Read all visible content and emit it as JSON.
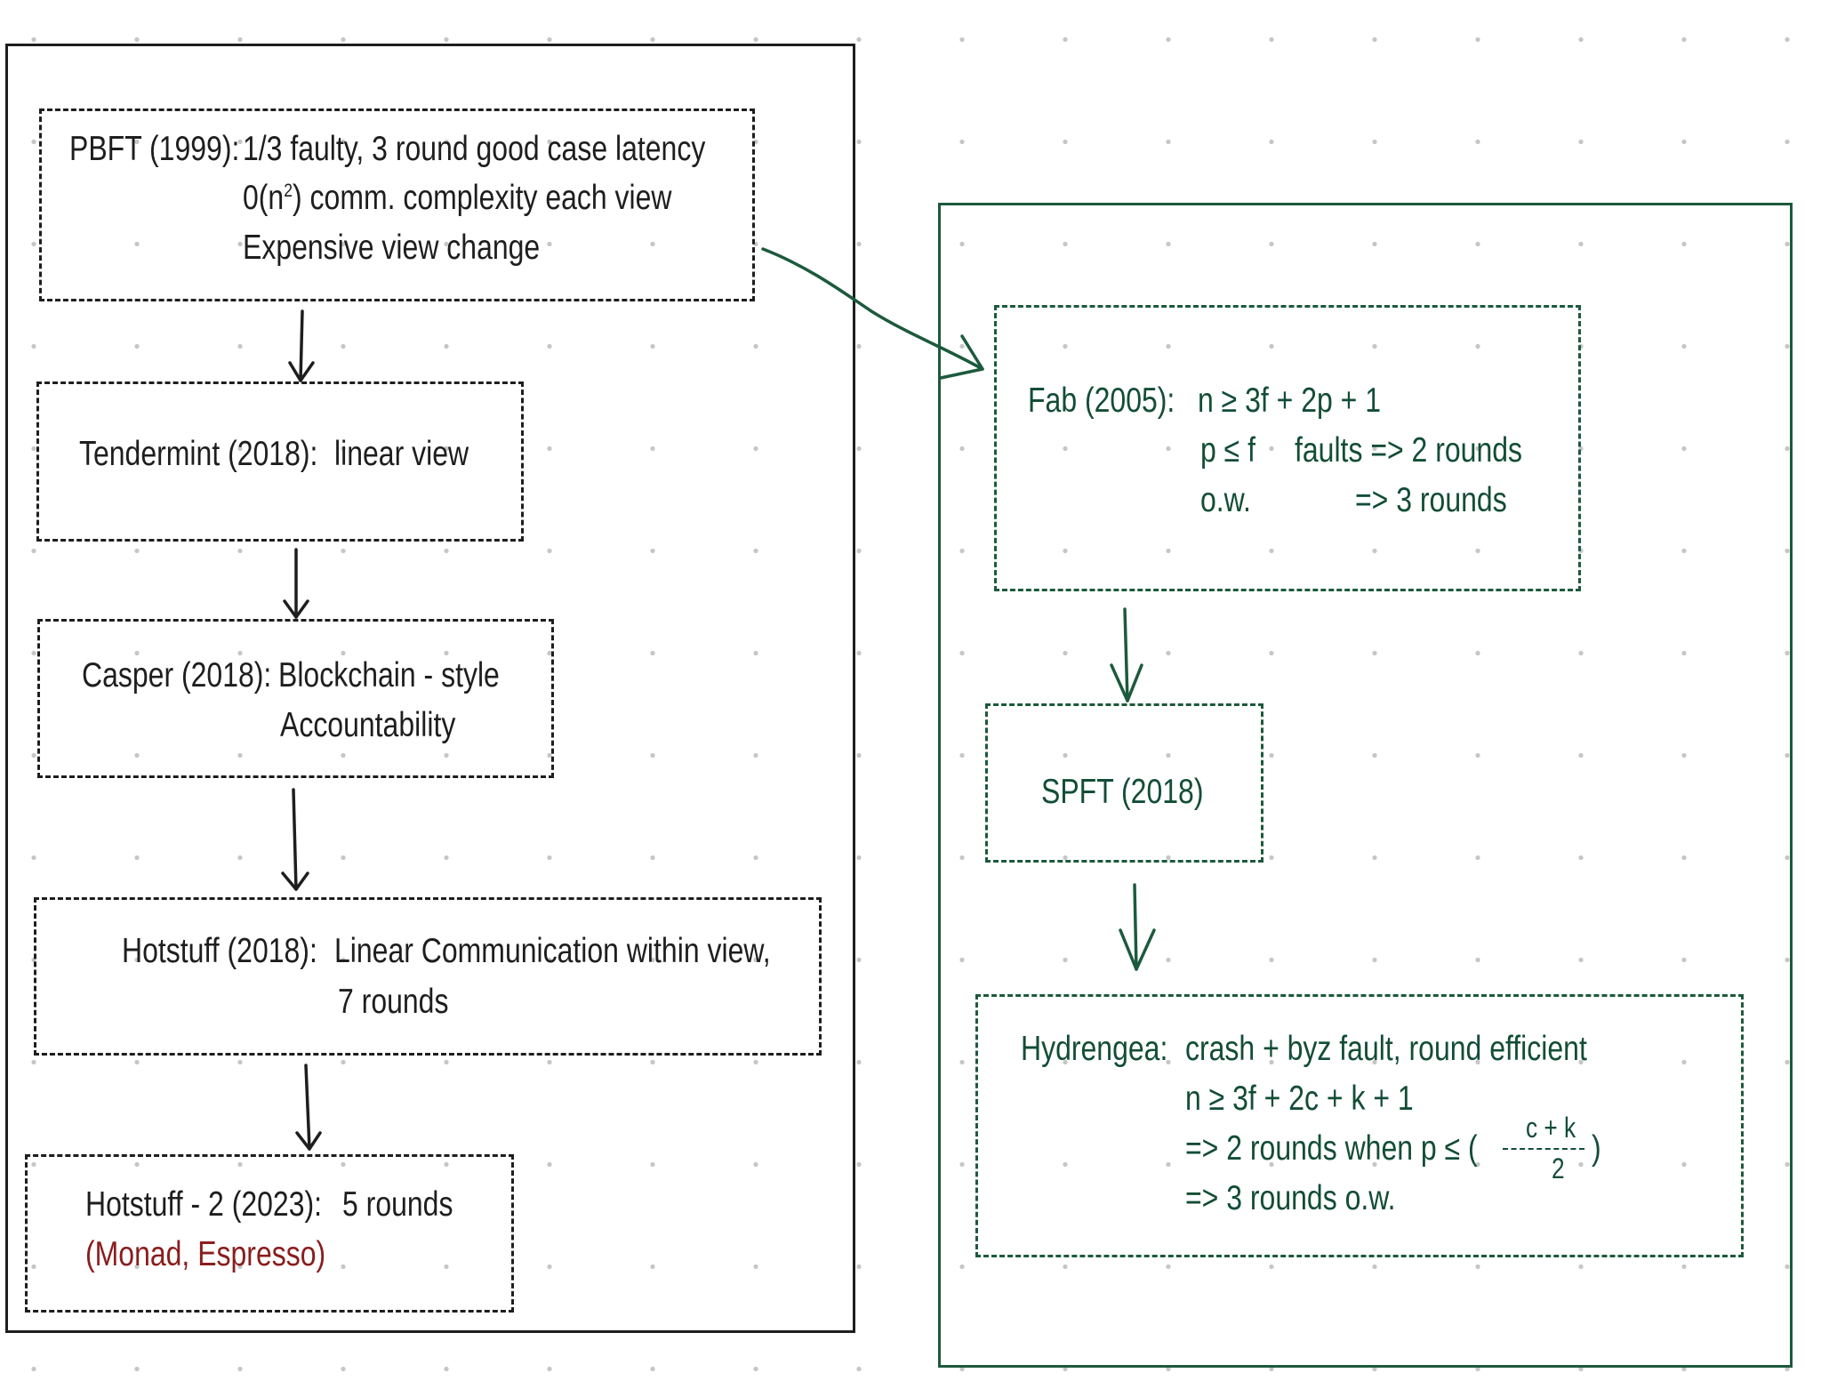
{
  "left_chain": {
    "pbft": {
      "title": "PBFT (1999):",
      "line1": "1/3 faulty, 3 round good case latency",
      "line2_pre": "0(n",
      "line2_sup": "2",
      "line2_post": ") comm. complexity each view",
      "line3": "Expensive view change"
    },
    "tendermint": {
      "title": "Tendermint (2018):",
      "line1": "linear view"
    },
    "casper": {
      "title": "Casper (2018):",
      "line1": "Blockchain - style",
      "line2": "Accountability"
    },
    "hotstuff": {
      "title": "Hotstuff (2018):",
      "line1": "Linear Communication within view,",
      "line2": "7 rounds"
    },
    "hotstuff2": {
      "title": "Hotstuff - 2 (2023):",
      "line1": "5 rounds",
      "adopters": "(Monad, Espresso)"
    }
  },
  "right_chain": {
    "fab": {
      "title": "Fab (2005):",
      "line1": "n ≥ 3f + 2p + 1",
      "line2_a": "p ≤ f",
      "line2_b": "faults => 2 rounds",
      "line3_a": "o.w.",
      "line3_b": "=> 3 rounds"
    },
    "spft": {
      "title": "SPFT (2018)"
    },
    "hydrengea": {
      "title": "Hydrengea:",
      "line1": "crash + byz fault, round efficient",
      "line2": "n ≥ 3f + 2c + k + 1",
      "line3_pre": "=> 2 rounds  when p ≤ (",
      "frac_num": "c + k",
      "frac_den": "2",
      "line3_post": ")",
      "line4": "=> 3 rounds  o.w."
    }
  },
  "colors": {
    "ink": "#1e1e1e",
    "green": "#1c5a3d",
    "green_text": "#134d36",
    "red": "#8a1d1d",
    "dot": "#c6c6c6"
  }
}
